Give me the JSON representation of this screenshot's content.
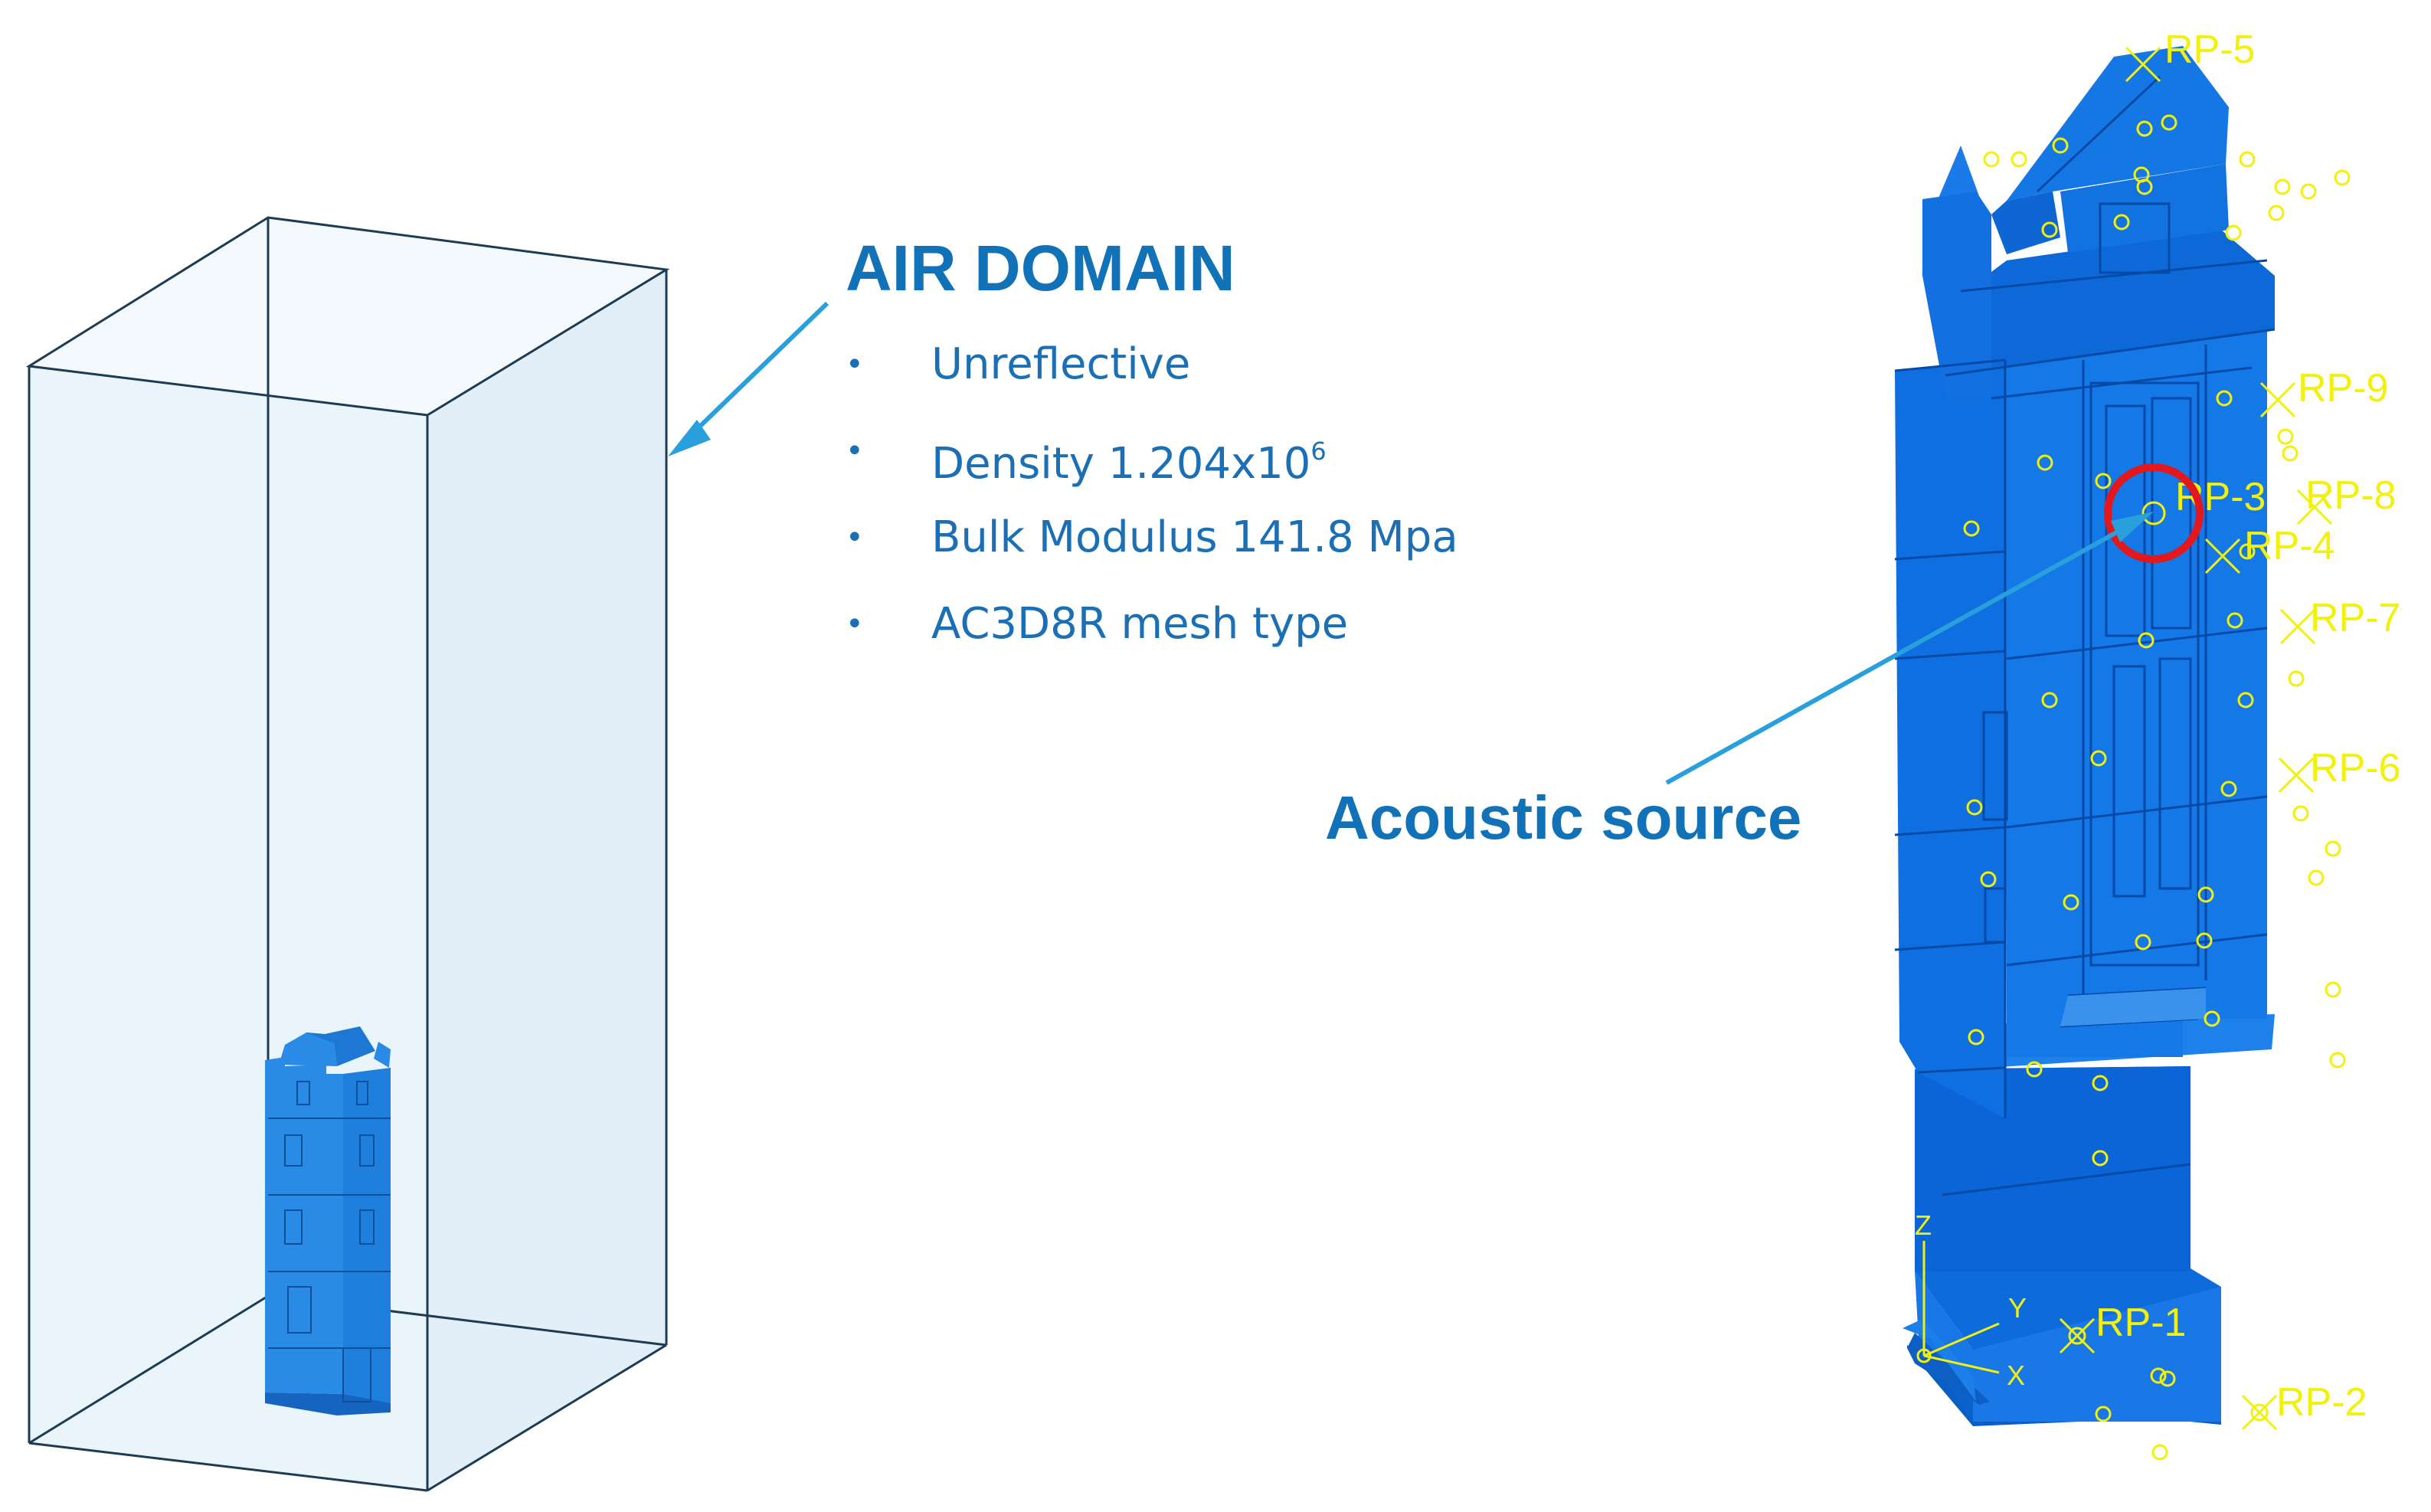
{
  "air_domain": {
    "title": "AIR DOMAIN",
    "properties": [
      {
        "bullet": "•",
        "text": "Unreflective",
        "sup": ""
      },
      {
        "bullet": "•",
        "text": "Density 1.204x10",
        "sup": "6"
      },
      {
        "bullet": "•",
        "text": "Bulk Modulus 141.8 Mpa",
        "sup": ""
      },
      {
        "bullet": "•",
        "text": "AC3D8R mesh type",
        "sup": ""
      }
    ]
  },
  "acoustic_source": {
    "label": "Acoustic source"
  },
  "reference_points": [
    "RP-5",
    "RP-9",
    "RP-3",
    "RP-8",
    "RP-4",
    "RP-7",
    "RP-6",
    "RP-1",
    "RP-2"
  ],
  "axes": {
    "z": "Z",
    "y": "Y",
    "x": "X"
  },
  "colors": {
    "accent_text": "#1172b8",
    "model_blue": "#0f6fe0",
    "domain_fill": "#eef6fc",
    "domain_edge": "#1d3b52",
    "rp_yellow": "#f1f10b",
    "source_marker": "#e3171c"
  }
}
